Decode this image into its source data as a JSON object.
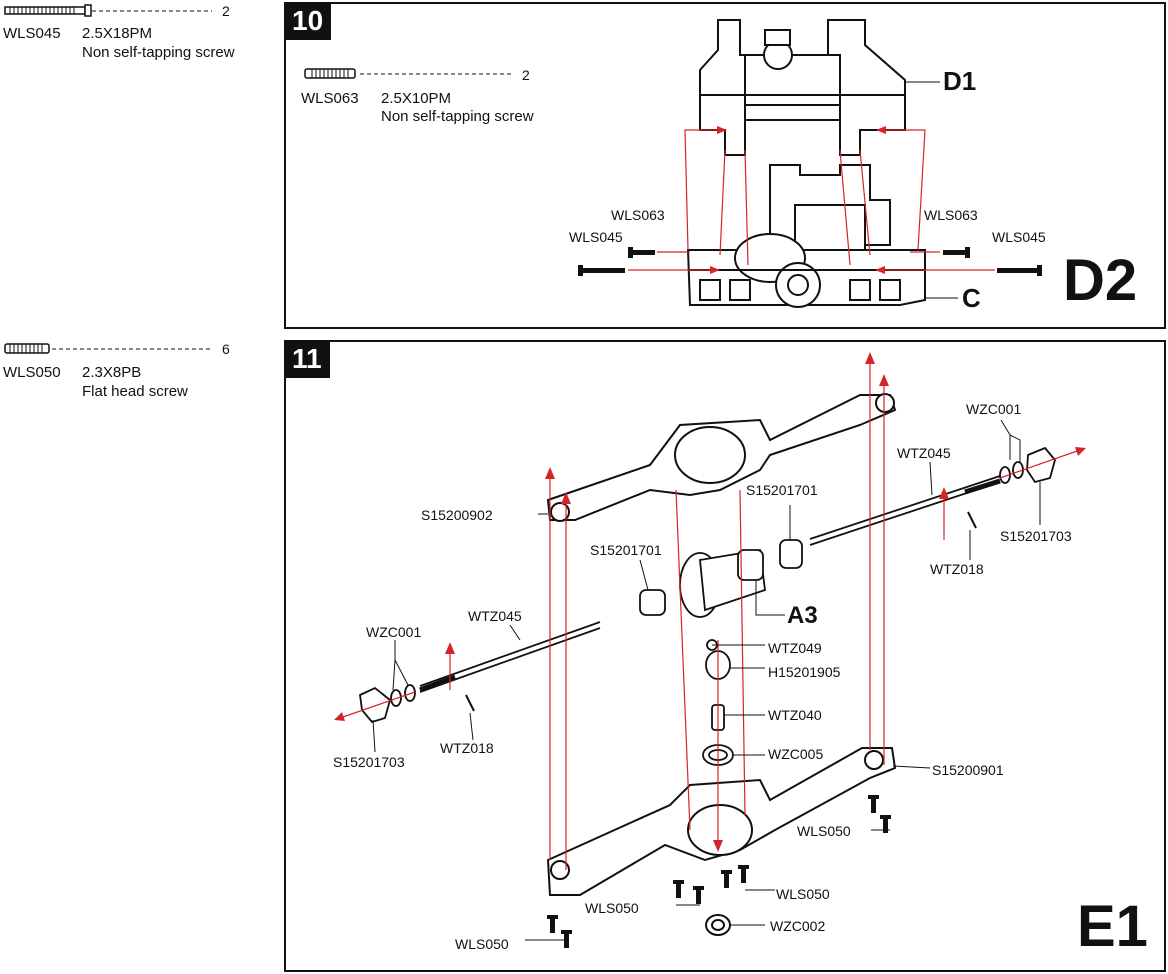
{
  "sidebar": {
    "parts": [
      {
        "code": "WLS045",
        "size": "2.5X18PM",
        "desc": "Non self-tapping screw",
        "qty": "2"
      },
      {
        "code": "WLS050",
        "size": "2.3X8PB",
        "desc": "Flat head screw",
        "qty": "6"
      }
    ]
  },
  "step10": {
    "number": "10",
    "part": {
      "code": "WLS063",
      "size": "2.5X10PM",
      "desc": "Non self-tapping screw",
      "qty": "2"
    },
    "labels": {
      "wls063_left": "WLS063",
      "wls045_left": "WLS045",
      "wls063_right": "WLS063",
      "wls045_right": "WLS045",
      "d1": "D1",
      "c": "C"
    },
    "mark": "D2"
  },
  "step11": {
    "number": "11",
    "labels": {
      "wzc001_top": "WZC001",
      "wtz045_top": "WTZ045",
      "s15201703_right": "S15201703",
      "wtz018_right": "WTZ018",
      "s15201701_top": "S15201701",
      "s15200902": "S15200902",
      "s15201701_mid": "S15201701",
      "a3": "A3",
      "wtz045_left": "WTZ045",
      "wzc001_left": "WZC001",
      "s15201703_left": "S15201703",
      "wtz018_left": "WTZ018",
      "wtz049": "WTZ049",
      "h15201905": "H15201905",
      "wtz040": "WTZ040",
      "wzc005": "WZC005",
      "s15200901": "S15200901",
      "wls050_right": "WLS050",
      "wls050_center": "WLS050",
      "wls050_mid": "WLS050",
      "wzc002": "WZC002",
      "wls050_bottom": "WLS050"
    },
    "mark": "E1"
  },
  "colors": {
    "assembly_arrow": "#d6242b",
    "line": "#111111"
  }
}
